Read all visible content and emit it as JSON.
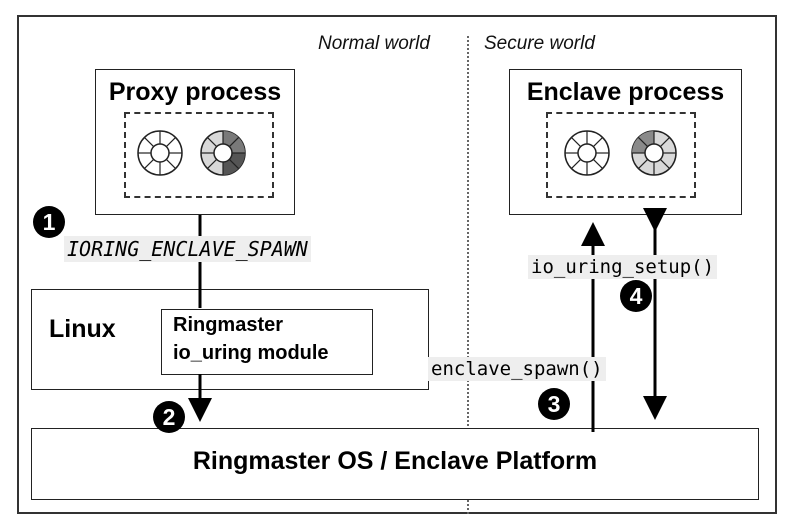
{
  "worlds": {
    "normal": "Normal world",
    "secure": "Secure world"
  },
  "proxy": {
    "title": "Proxy process"
  },
  "enclave": {
    "title": "Enclave process"
  },
  "linux": {
    "title": "Linux",
    "module_line1": "Ringmaster",
    "module_line2": "io_uring module"
  },
  "platform": {
    "title": "Ringmaster OS / Enclave Platform"
  },
  "calls": {
    "spawn_flag": "IORING_ENCLAVE_SPAWN",
    "enclave_spawn": "enclave_spawn()",
    "io_uring_setup": "io_uring_setup()"
  },
  "steps": [
    "1",
    "2",
    "3",
    "4"
  ]
}
